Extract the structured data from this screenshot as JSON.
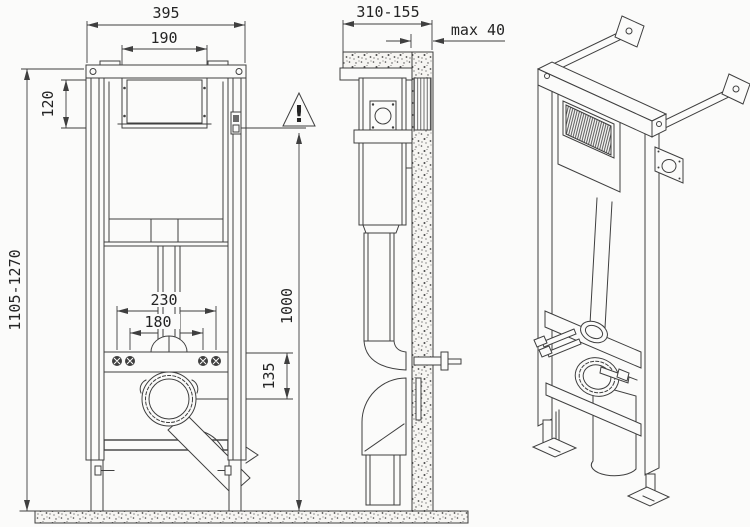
{
  "colors": {
    "line": "#3f3f3f",
    "background": "#fbfbfa"
  },
  "views": {
    "front": {
      "dimensions": {
        "frame_width": "395",
        "flush_opening_width": "190",
        "flush_opening_height": "120",
        "frame_height_range": "1105-1270",
        "bolt_spacing_outer": "230",
        "bolt_spacing_inner": "180",
        "drain_offset": "135"
      }
    },
    "side": {
      "dimensions": {
        "depth_range": "310-155",
        "max_wall_gap": "max 40",
        "actuation_height": "1000"
      },
      "warning_symbol": "!"
    },
    "isometric": {}
  }
}
